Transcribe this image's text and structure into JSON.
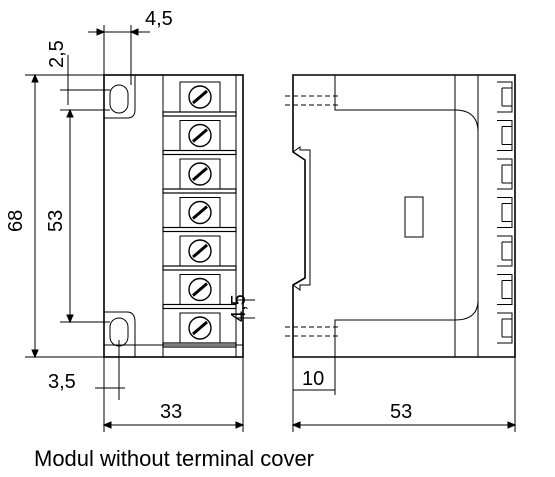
{
  "caption": "Modul without terminal cover",
  "dimensions": {
    "width_top": "4,5",
    "gap_top": "2,5",
    "height_total": "68",
    "height_inner": "53",
    "offset_left": "3,5",
    "pitch_right": "4,5",
    "front_width": "33",
    "side_offset": "10",
    "side_width": "53"
  },
  "terminal_count": 7
}
